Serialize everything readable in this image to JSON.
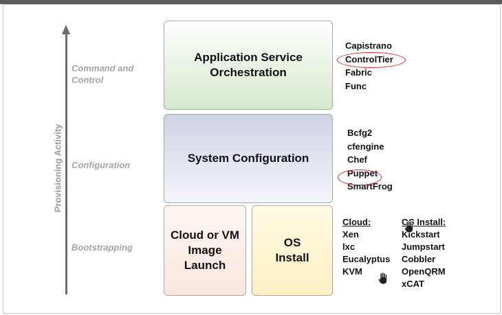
{
  "diagram": {
    "axis_title": "Provisioning Activity",
    "levels": {
      "orchestration": "Command and Control",
      "configuration": "Configuration",
      "bootstrapping": "Bootstrapping"
    },
    "boxes": {
      "orchestration": "Application Service Orchestration",
      "configuration": "System Configuration",
      "cloud": "Cloud or VM Image Launch",
      "os_install": "OS Install"
    },
    "orchestration_tools": [
      "Capistrano",
      "ControlTier",
      "Fabric",
      "Func"
    ],
    "configuration_tools": [
      "Bcfg2",
      "cfengine",
      "Chef",
      "Puppet",
      "SmartFrog"
    ],
    "cloud_heading": "Cloud:",
    "cloud_tools": [
      "Xen",
      "lxc",
      "Eucalyptus",
      "KVM"
    ],
    "os_heading": "OS Install:",
    "os_tools": [
      "Kickstart",
      "Jumpstart",
      "Cobbler",
      "OpenQRM",
      "xCAT"
    ],
    "highlighted_tools": [
      "ControlTier",
      "Puppet"
    ],
    "colors": {
      "highlight_circle": "#d42a2a",
      "axis": "#6b6b6b",
      "orchestration_fill": "#d4e8cc",
      "configuration_fill": "#d0d3e3",
      "cloud_fill": "#f8e6dd",
      "os_fill": "#fdefc3"
    }
  }
}
